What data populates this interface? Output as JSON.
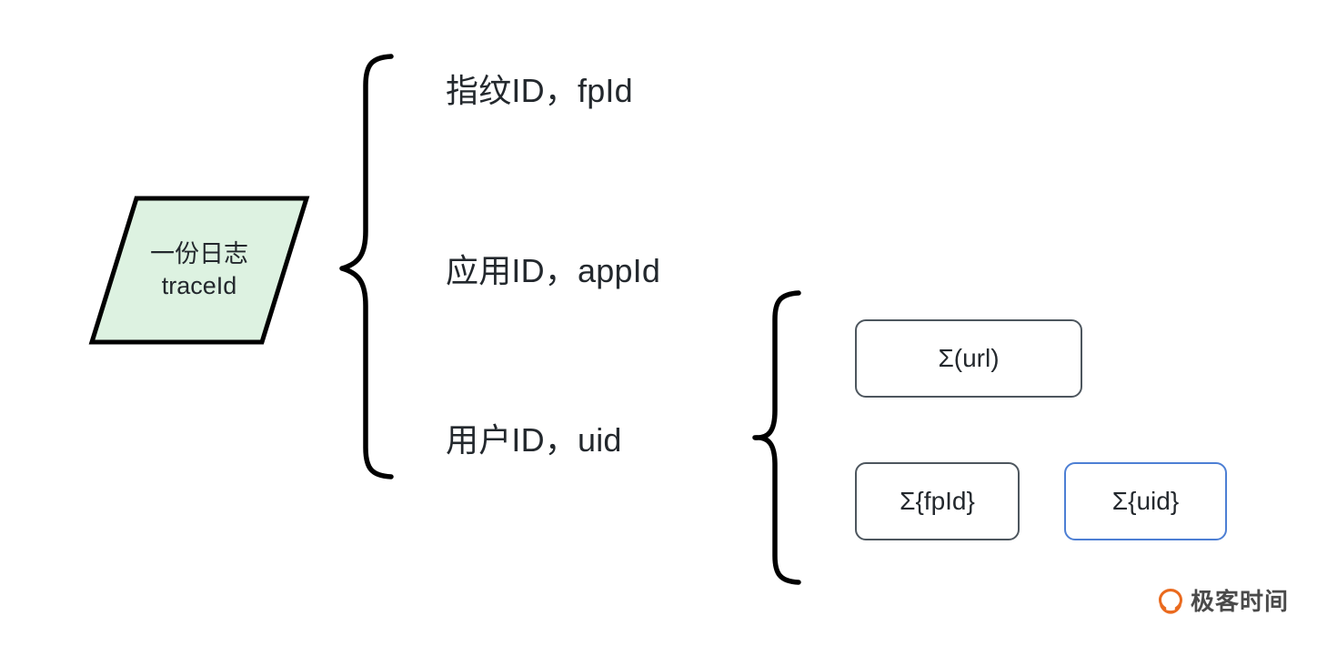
{
  "diagram": {
    "title": "",
    "colors": {
      "background": "#ffffff",
      "node_fill": "#ddf2e1",
      "node_stroke": "#000000",
      "brace_stroke": "#000000",
      "box_stroke": "#4d565e",
      "box_accent_stroke": "#4d7fd4",
      "text": "#23282d",
      "watermark_orange": "#ea6a1e",
      "watermark_text": "#4a4a4a"
    },
    "source_node": {
      "shape": "parallelogram",
      "line_1": "一份日志",
      "line_2": "traceId"
    },
    "brace_left": {
      "icon": "curly-brace-icon",
      "orientation": "opens-left",
      "groups": 3
    },
    "attributes": [
      {
        "label": "指纹ID，fpId"
      },
      {
        "label": "应用ID，appId"
      },
      {
        "label": "用户ID，uid"
      }
    ],
    "brace_right": {
      "icon": "curly-brace-icon",
      "orientation": "opens-left",
      "groups": 2
    },
    "aggregates": [
      {
        "label": "Σ(url)",
        "accent": false
      },
      {
        "label": "Σ{fpId}",
        "accent": false
      },
      {
        "label": "Σ{uid}",
        "accent": true
      }
    ]
  },
  "watermark": {
    "logo_icon": "geektime-logo-icon",
    "text": "极客时间"
  }
}
